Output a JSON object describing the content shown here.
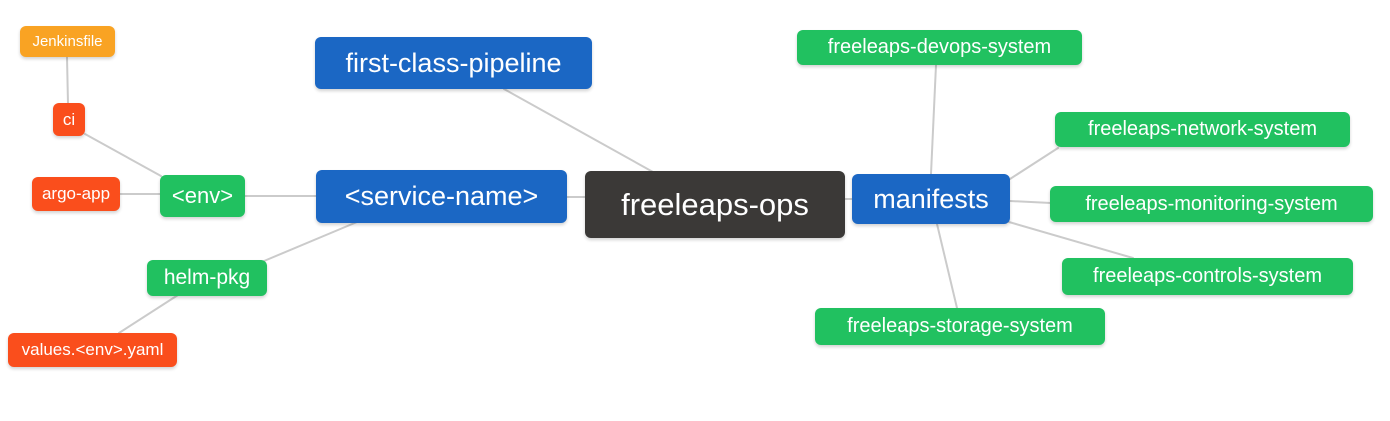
{
  "diagram": {
    "type": "mindmap",
    "root_label": "freeleaps-ops",
    "palette": {
      "primary_blue": "#1b67c4",
      "green": "#21c160",
      "red_orange": "#fa4e1c",
      "orange": "#f9a323",
      "dark": "#3b3937",
      "edge_gray": "#cbcbcb",
      "node_text": "#ffffff",
      "background": "#ffffff"
    }
  },
  "nodes": {
    "jenkinsfile": {
      "label": "Jenkinsfile"
    },
    "ci": {
      "label": "ci"
    },
    "argo_app": {
      "label": "argo-app"
    },
    "env": {
      "label": "<env>"
    },
    "helm_pkg": {
      "label": "helm-pkg"
    },
    "values_env_yaml": {
      "label": "values.<env>.yaml"
    },
    "first_class_pipeline": {
      "label": "first-class-pipeline"
    },
    "service_name": {
      "label": "<service-name>"
    },
    "freeleaps_ops": {
      "label": "freeleaps-ops"
    },
    "manifests": {
      "label": "manifests"
    },
    "devops_system": {
      "label": "freeleaps-devops-system"
    },
    "network_system": {
      "label": "freeleaps-network-system"
    },
    "monitoring_system": {
      "label": "freeleaps-monitoring-system"
    },
    "controls_system": {
      "label": "freeleaps-controls-system"
    },
    "storage_system": {
      "label": "freeleaps-storage-system"
    }
  },
  "edges": [
    {
      "from": "Jenkinsfile",
      "to": "ci"
    },
    {
      "from": "ci",
      "to": "<env>"
    },
    {
      "from": "argo-app",
      "to": "<env>"
    },
    {
      "from": "<env>",
      "to": "<service-name>"
    },
    {
      "from": "helm-pkg",
      "to": "<service-name>"
    },
    {
      "from": "values.<env>.yaml",
      "to": "helm-pkg"
    },
    {
      "from": "first-class-pipeline",
      "to": "freeleaps-ops"
    },
    {
      "from": "<service-name>",
      "to": "freeleaps-ops"
    },
    {
      "from": "freeleaps-ops",
      "to": "manifests"
    },
    {
      "from": "manifests",
      "to": "freeleaps-devops-system"
    },
    {
      "from": "manifests",
      "to": "freeleaps-network-system"
    },
    {
      "from": "manifests",
      "to": "freeleaps-monitoring-system"
    },
    {
      "from": "manifests",
      "to": "freeleaps-controls-system"
    },
    {
      "from": "manifests",
      "to": "freeleaps-storage-system"
    }
  ]
}
